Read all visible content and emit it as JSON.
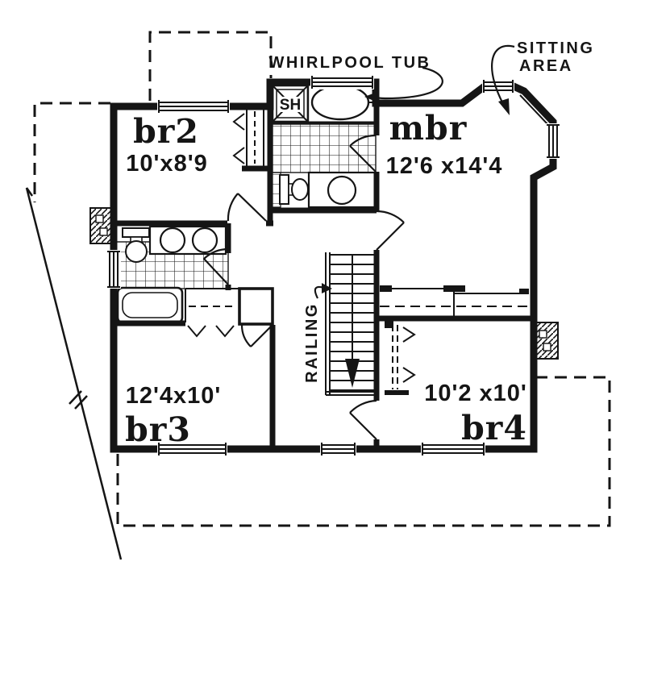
{
  "page": {
    "background": "#ffffff",
    "ink": "#151515"
  },
  "plan": {
    "rooms": [
      {
        "name": "br2",
        "dims": "10'x8'9"
      },
      {
        "name": "mbr",
        "dims": "12'6 x14'4"
      },
      {
        "name": "br3",
        "dims": "12'4x10'"
      },
      {
        "name": "br4",
        "dims": "10'2 x10'"
      }
    ],
    "labels": {
      "whirlpool_tub": "WHIRLPOOL TUB",
      "sitting_area": [
        "SITTING",
        "AREA"
      ],
      "railing": "RAILING",
      "shower": "SH"
    }
  }
}
